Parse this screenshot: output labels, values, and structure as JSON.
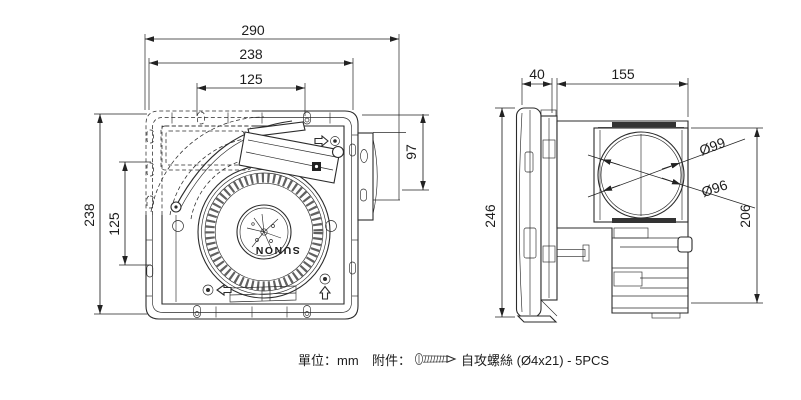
{
  "front_view": {
    "brand_logo": "SUNON",
    "dim_width_overall": "290",
    "dim_width_frame": "238",
    "dim_width_inner": "125",
    "dim_height_frame": "238",
    "dim_height_inner": "125",
    "dim_duct_offset": "97"
  },
  "side_view": {
    "dim_depth_flange": "40",
    "dim_depth_body": "155",
    "dim_height_flange": "246",
    "dim_height_duct": "206",
    "dim_duct_outer_dia": "Ø99",
    "dim_duct_inner_dia": "Ø96"
  },
  "footer": {
    "unit_label": "單位：mm",
    "accessory_label": "附件：",
    "screw_icon": "self-tapping-screw-icon",
    "accessory_desc": "自攻螺絲 (Ø4x21) - 5PCS"
  },
  "colors": {
    "line": "#2b2b2b",
    "dim": "#222222",
    "background": "#ffffff"
  }
}
